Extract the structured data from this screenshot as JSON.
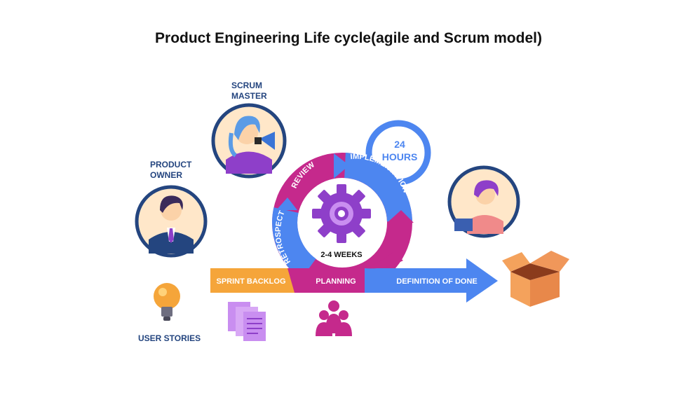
{
  "title": "Product Engineering Life cycle(agile and Scrum model)",
  "roles": {
    "scrum_master": "SCRUM\nMASTER",
    "product_owner": "PRODUCT\nOWNER",
    "user_stories": "USER STORIES"
  },
  "cycle": {
    "review": "REVIEW",
    "implementation": "IMPLEMENTATION",
    "retrospect": "RETROSPECT",
    "duration": "2-4 WEEKS",
    "daily_line1": "24",
    "daily_line2": "HOURS"
  },
  "flow": {
    "sprint_backlog": "SPRINT BACKLOG",
    "planning": "PLANNING",
    "definition_of_done": "DEFINITION OF DONE"
  },
  "colors": {
    "blue": "#4d86f0",
    "magenta": "#c5298c",
    "orange": "#f5a53a",
    "navy": "#24457f",
    "purple": "#8e3fc9"
  }
}
